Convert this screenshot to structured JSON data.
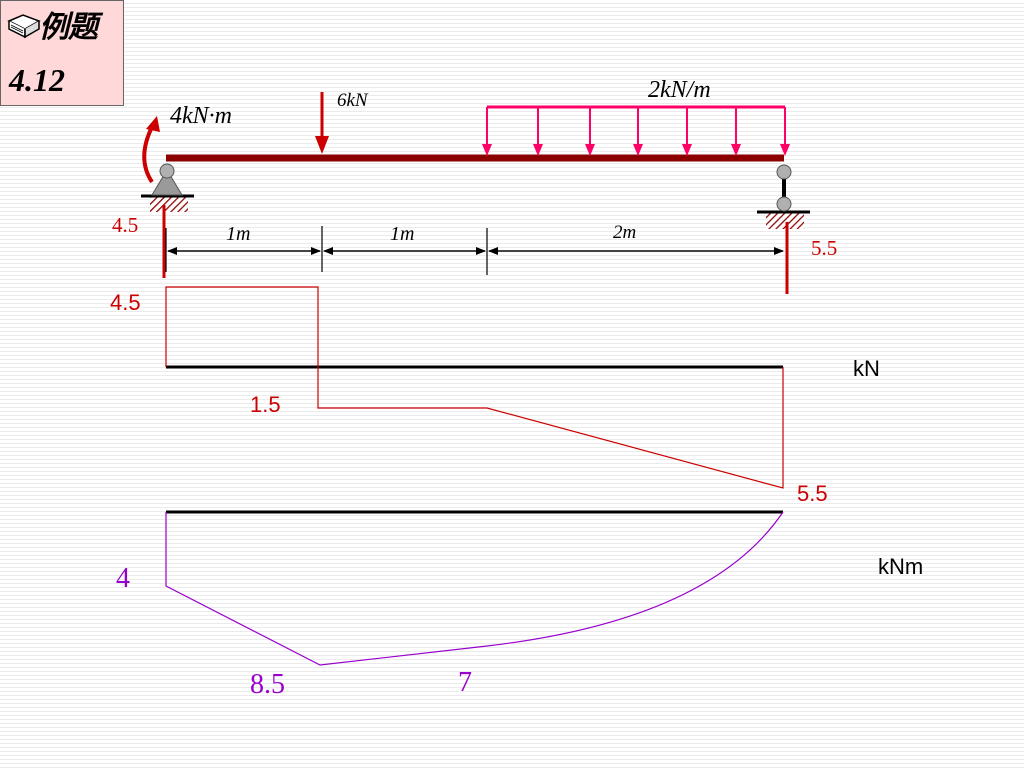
{
  "title": {
    "line1": "例题",
    "line2": "4.12"
  },
  "loads": {
    "moment": "4kN·m",
    "point_load": "6kN",
    "distributed_load": "2kN/m"
  },
  "reactions": {
    "left": "4.5",
    "right": "5.5"
  },
  "dimensions": [
    "1m",
    "1m",
    "2m"
  ],
  "shear_diagram": {
    "unit": "kN",
    "labels": {
      "start": "4.5",
      "middle": "1.5",
      "end": "5.5"
    }
  },
  "moment_diagram": {
    "unit": "kNm",
    "labels": {
      "start": "4",
      "peak": "8.5",
      "mid": "7"
    }
  },
  "colors": {
    "beam": "#8b0000",
    "reaction": "#cc0000",
    "distributed": "#ff0066",
    "shear": "#cc0000",
    "moment": "#9900cc",
    "support": "#b0b0b0"
  }
}
